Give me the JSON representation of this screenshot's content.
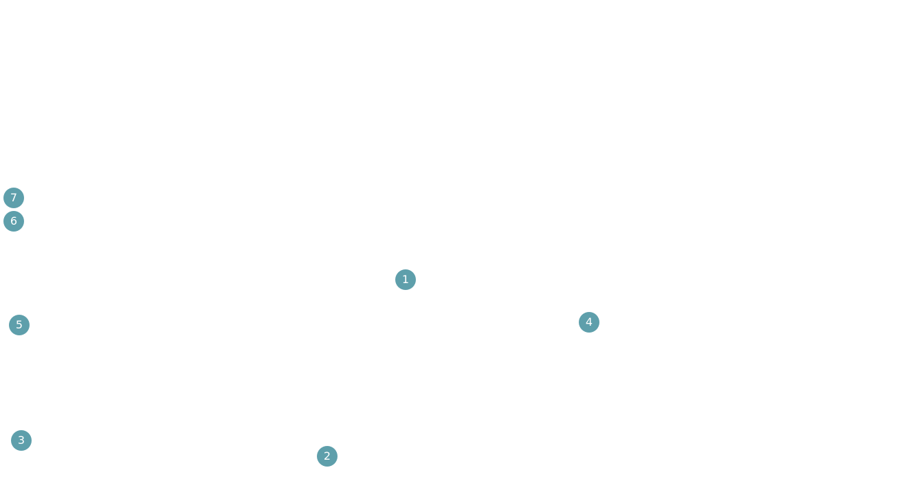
{
  "colors": {
    "background": "#ffffff",
    "hotspot_fill": "#5e9fab",
    "hotspot_text": "#ffffff"
  },
  "hotspots": [
    {
      "label": "7"
    },
    {
      "label": "6"
    },
    {
      "label": "1"
    },
    {
      "label": "4"
    },
    {
      "label": "5"
    },
    {
      "label": "3"
    },
    {
      "label": "2"
    }
  ]
}
